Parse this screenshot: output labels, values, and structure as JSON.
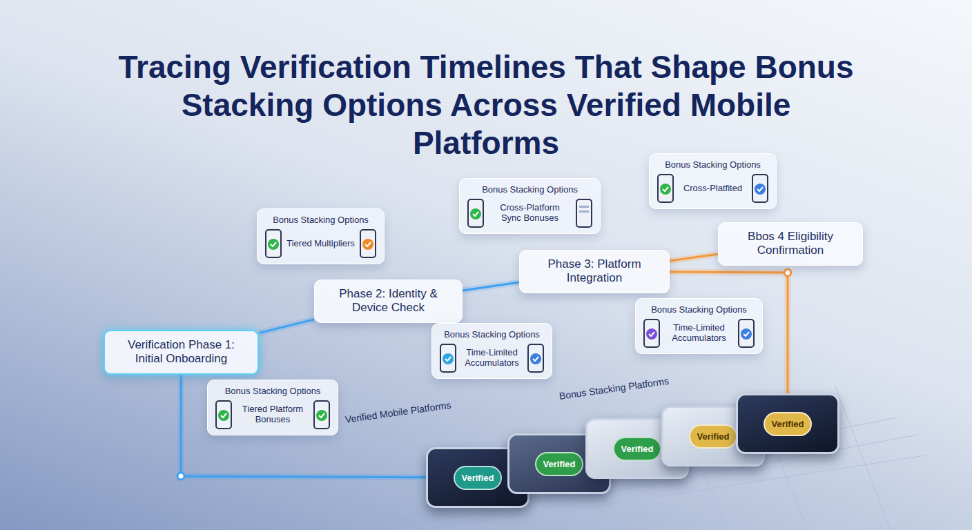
{
  "diagram": {
    "title": "Tracing Verification Timelines That Shape Bonus Stacking Options Across Verified Mobile Platforms",
    "nodes": [
      {
        "text": [
          "Verification Phase 1: Initial Onboarding"
        ]
      },
      {
        "text": [
          "Phase 2: Identity & Device Check"
        ]
      },
      {
        "text": [
          "Phase 3: Platform Integration"
        ]
      },
      {
        "text": [
          "Bbos 4 Eligibility Confirmation"
        ]
      },
      {
        "text": [
          "Bonus Stacking Options",
          "Tiered Multipliers"
        ]
      },
      {
        "text": [
          "Bonus Stacking Options",
          "Cross-Platform Sync Bonuses"
        ]
      },
      {
        "text": [
          "Bonus Stacking Options",
          "Cross-Platfited"
        ]
      },
      {
        "text": [
          "Bonus Stacking Options",
          "Time-Limited Accumulators"
        ]
      },
      {
        "text": [
          "Bonus Stacking Options",
          "Time-Limited Accumulators"
        ]
      },
      {
        "text": [
          "Bonus Stacking Options",
          "Tiered Platform Bonuses"
        ]
      },
      {
        "text": [
          "Verified"
        ]
      },
      {
        "text": [
          "Verified"
        ]
      },
      {
        "text": [
          "Verified"
        ]
      },
      {
        "text": [
          "Verified"
        ]
      },
      {
        "text": [
          "Verified"
        ]
      }
    ],
    "edges": [
      {
        "from": 0,
        "to": 1,
        "arrow": "none"
      },
      {
        "from": 1,
        "to": 2,
        "arrow": "none"
      },
      {
        "from": 2,
        "to": 3,
        "arrow": "none"
      },
      {
        "from": 2,
        "to": 14,
        "arrow": "none"
      },
      {
        "from": 0,
        "to": 10,
        "arrow": "none"
      }
    ],
    "labels": [
      "Verified Mobile Platforms",
      "Bonus Stacking Platforms"
    ]
  }
}
